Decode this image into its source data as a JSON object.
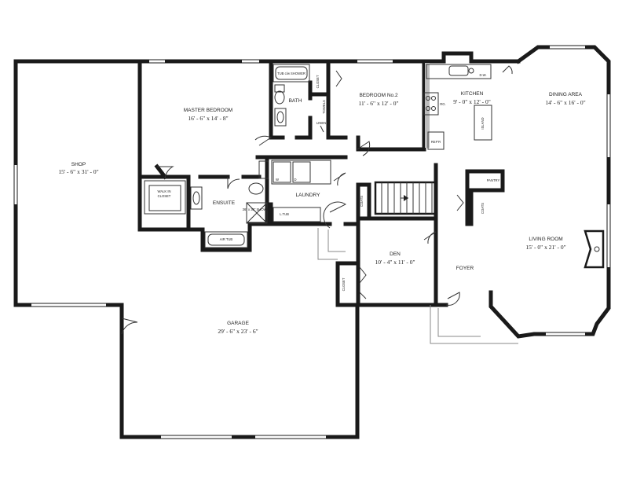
{
  "rooms": {
    "shop": {
      "name": "SHOP",
      "dims": "15' - 6\" x 31' - 0\""
    },
    "master": {
      "name": "MASTER BEDROOM",
      "dims": "16' - 6\" x 14' - 8\""
    },
    "bath": {
      "name": "BATH"
    },
    "tub": {
      "name": "TUB c/w SHOWER"
    },
    "closet_a": {
      "name": "CLOSET"
    },
    "towels": {
      "name": "TOWELS"
    },
    "linen": {
      "name": "LINEN"
    },
    "bedroom2": {
      "name": "BEDROOM No.2",
      "dims": "11' - 6\" x 12' - 0\""
    },
    "kitchen": {
      "name": "KITCHEN",
      "dims": "9' - 0\" x 12' - 0\""
    },
    "dw": {
      "name": "D.W."
    },
    "rg": {
      "name": "RG."
    },
    "refr": {
      "name": "REF'R"
    },
    "island": {
      "name": "ISLAND"
    },
    "dining": {
      "name": "DINING AREA",
      "dims": "14' - 6\" x 16' - 0\""
    },
    "walkin": {
      "name": "WALK IN CLOSET"
    },
    "ensuite": {
      "name": "ENSUITE"
    },
    "air_tub": {
      "name": "AIR TUB"
    },
    "shower": {
      "name": "36\" x 36\" SHOWER"
    },
    "laundry": {
      "name": "LAUNDRY"
    },
    "washer": {
      "name": "W"
    },
    "dryer": {
      "name": "D"
    },
    "ltub": {
      "name": "L.TUB"
    },
    "coats_a": {
      "name": "COATS"
    },
    "coats_b": {
      "name": "COATS"
    },
    "pantry": {
      "name": "PANTRY"
    },
    "living": {
      "name": "LIVING ROOM",
      "dims": "15' - 0\" x 21' - 0\""
    },
    "den": {
      "name": "DEN",
      "dims": "10' - 4\" x 11' - 0\""
    },
    "closet_b": {
      "name": "CLOSET"
    },
    "foyer": {
      "name": "FOYER"
    },
    "garage": {
      "name": "GARAGE",
      "dims": "29' - 6\" x 23' - 6\""
    }
  }
}
